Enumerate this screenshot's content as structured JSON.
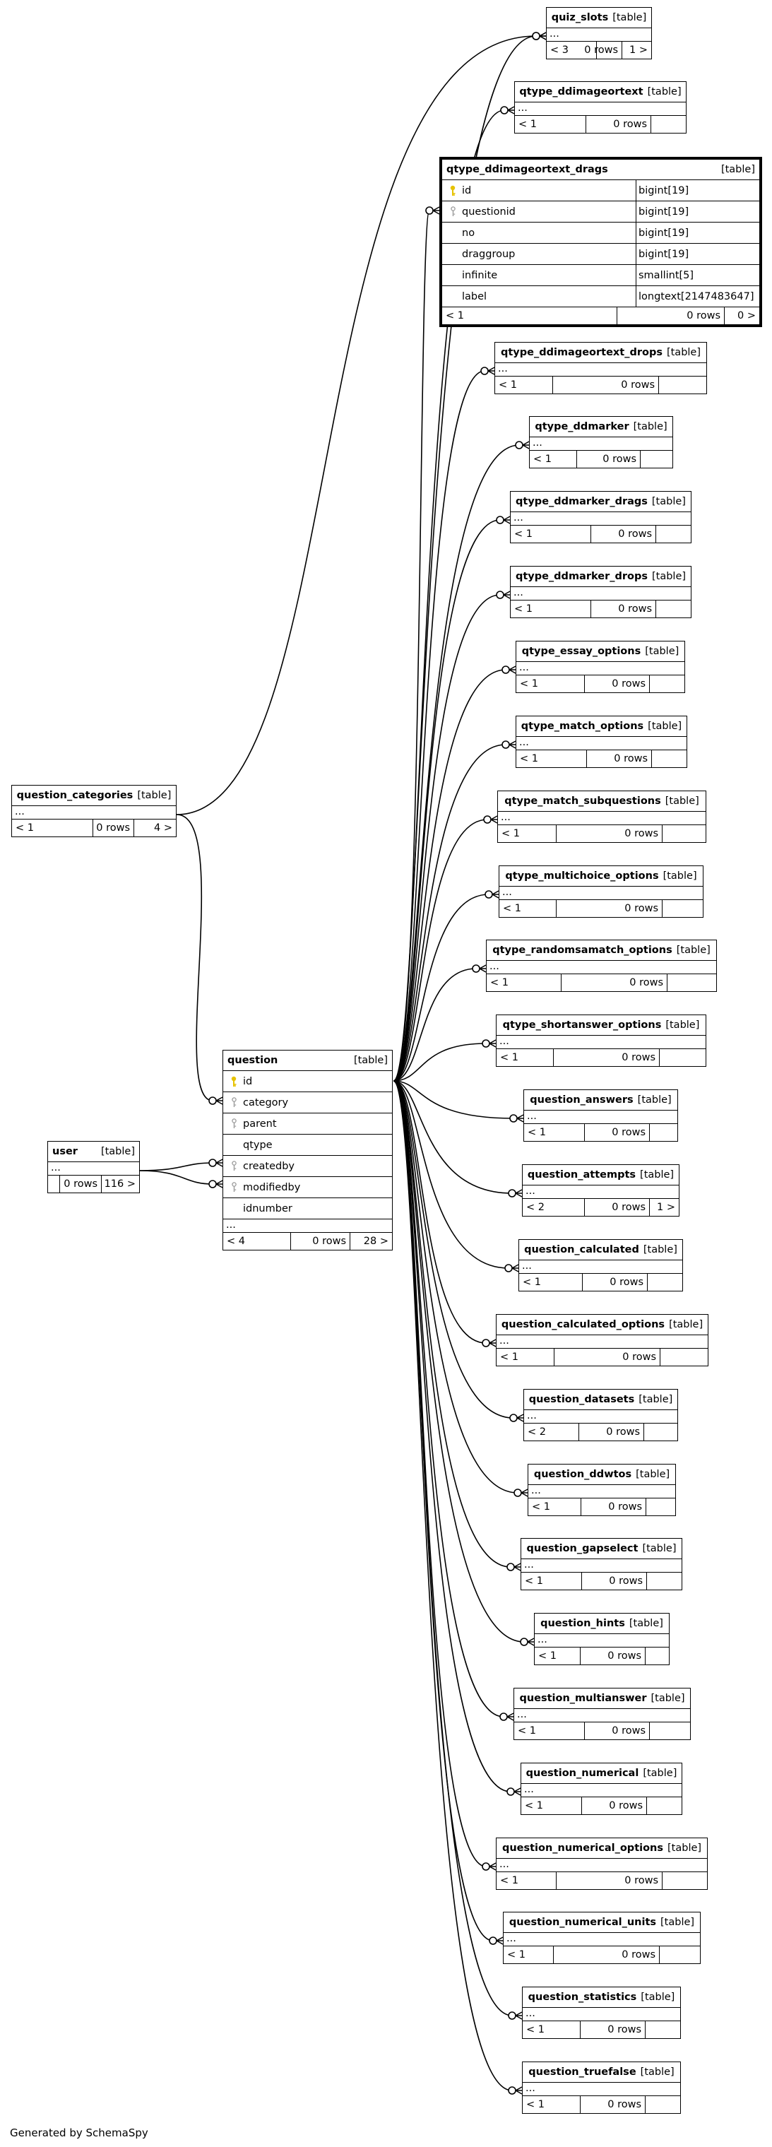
{
  "diagram": {
    "table_type_label": "[table]",
    "ellipsis": "...",
    "footer": "Generated by SchemaSpy",
    "tables": [
      {
        "name": "quiz_slots",
        "parents": "< 3",
        "rows": "0 rows",
        "children": "1 >"
      },
      {
        "name": "qtype_ddimageortext",
        "parents": "< 1",
        "rows": "0 rows",
        "children": ""
      },
      {
        "name": "qtype_ddimageortext_drags",
        "parents": "< 1",
        "rows": "0 rows",
        "children": "0 >",
        "columns": [
          {
            "name": "id",
            "type": "bigint[19]",
            "key": "pk"
          },
          {
            "name": "questionid",
            "type": "bigint[19]",
            "key": "fk"
          },
          {
            "name": "no",
            "type": "bigint[19]",
            "key": ""
          },
          {
            "name": "draggroup",
            "type": "bigint[19]",
            "key": ""
          },
          {
            "name": "infinite",
            "type": "smallint[5]",
            "key": ""
          },
          {
            "name": "label",
            "type": "longtext[2147483647]",
            "key": ""
          }
        ]
      },
      {
        "name": "qtype_ddimageortext_drops",
        "parents": "< 1",
        "rows": "0 rows",
        "children": ""
      },
      {
        "name": "qtype_ddmarker",
        "parents": "< 1",
        "rows": "0 rows",
        "children": ""
      },
      {
        "name": "qtype_ddmarker_drags",
        "parents": "< 1",
        "rows": "0 rows",
        "children": ""
      },
      {
        "name": "qtype_ddmarker_drops",
        "parents": "< 1",
        "rows": "0 rows",
        "children": ""
      },
      {
        "name": "qtype_essay_options",
        "parents": "< 1",
        "rows": "0 rows",
        "children": ""
      },
      {
        "name": "qtype_match_options",
        "parents": "< 1",
        "rows": "0 rows",
        "children": ""
      },
      {
        "name": "qtype_match_subquestions",
        "parents": "< 1",
        "rows": "0 rows",
        "children": ""
      },
      {
        "name": "qtype_multichoice_options",
        "parents": "< 1",
        "rows": "0 rows",
        "children": ""
      },
      {
        "name": "qtype_randomsamatch_options",
        "parents": "< 1",
        "rows": "0 rows",
        "children": ""
      },
      {
        "name": "qtype_shortanswer_options",
        "parents": "< 1",
        "rows": "0 rows",
        "children": ""
      },
      {
        "name": "question_answers",
        "parents": "< 1",
        "rows": "0 rows",
        "children": ""
      },
      {
        "name": "question_attempts",
        "parents": "< 2",
        "rows": "0 rows",
        "children": "1 >"
      },
      {
        "name": "question_calculated",
        "parents": "< 1",
        "rows": "0 rows",
        "children": ""
      },
      {
        "name": "question_calculated_options",
        "parents": "< 1",
        "rows": "0 rows",
        "children": ""
      },
      {
        "name": "question_datasets",
        "parents": "< 2",
        "rows": "0 rows",
        "children": ""
      },
      {
        "name": "question_ddwtos",
        "parents": "< 1",
        "rows": "0 rows",
        "children": ""
      },
      {
        "name": "question_gapselect",
        "parents": "< 1",
        "rows": "0 rows",
        "children": ""
      },
      {
        "name": "question_hints",
        "parents": "< 1",
        "rows": "0 rows",
        "children": ""
      },
      {
        "name": "question_multianswer",
        "parents": "< 1",
        "rows": "0 rows",
        "children": ""
      },
      {
        "name": "question_numerical",
        "parents": "< 1",
        "rows": "0 rows",
        "children": ""
      },
      {
        "name": "question_numerical_options",
        "parents": "< 1",
        "rows": "0 rows",
        "children": ""
      },
      {
        "name": "question_numerical_units",
        "parents": "< 1",
        "rows": "0 rows",
        "children": ""
      },
      {
        "name": "question_statistics",
        "parents": "< 1",
        "rows": "0 rows",
        "children": ""
      },
      {
        "name": "question_truefalse",
        "parents": "< 1",
        "rows": "0 rows",
        "children": ""
      },
      {
        "name": "question_categories",
        "parents": "< 1",
        "rows": "0 rows",
        "children": "4 >"
      },
      {
        "name": "question",
        "parents": "< 4",
        "rows": "0 rows",
        "children": "28 >",
        "columns": [
          {
            "name": "id",
            "key": "pk"
          },
          {
            "name": "category",
            "key": "fk"
          },
          {
            "name": "parent",
            "key": "fk"
          },
          {
            "name": "qtype",
            "key": ""
          },
          {
            "name": "createdby",
            "key": "fk"
          },
          {
            "name": "modifiedby",
            "key": "fk"
          },
          {
            "name": "idnumber",
            "key": ""
          }
        ]
      },
      {
        "name": "user",
        "parents": "",
        "rows": "0 rows",
        "children": "116 >"
      }
    ]
  }
}
